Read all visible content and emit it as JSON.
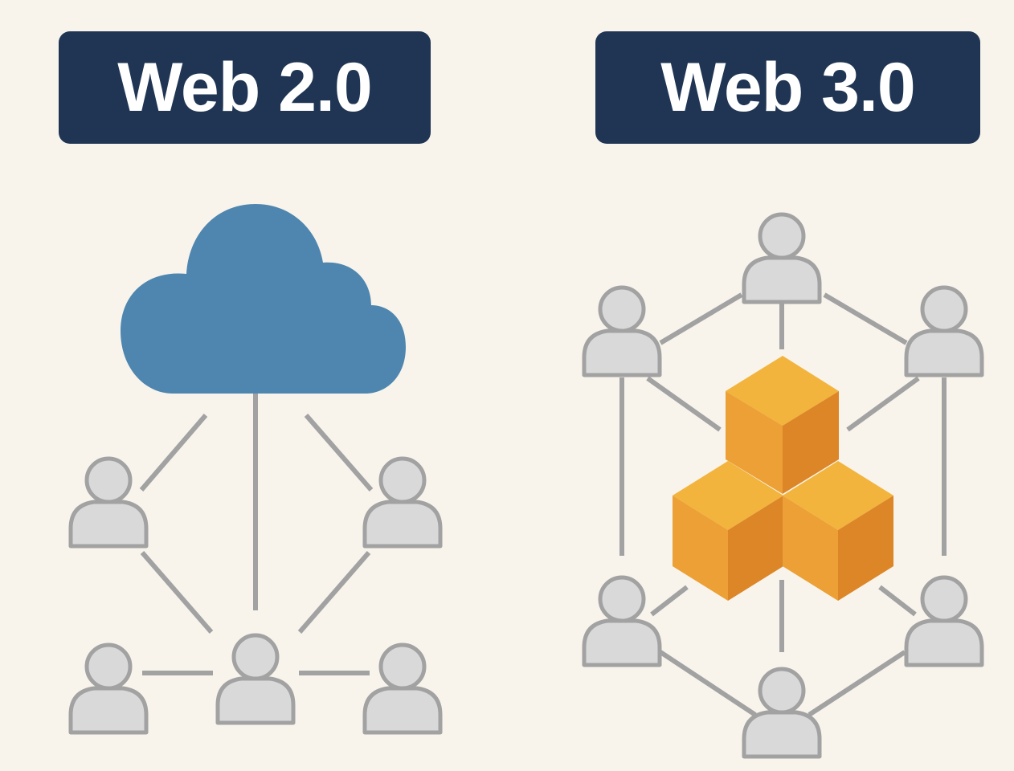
{
  "left_panel": {
    "title": "Web 2.0",
    "center_icon": "cloud-icon",
    "user_icon": "user-icon",
    "user_count": 5
  },
  "right_panel": {
    "title": "Web 3.0",
    "center_icon": "blockchain-blocks-icon",
    "user_icon": "user-icon",
    "user_count": 6
  },
  "colors": {
    "background": "#f8f4ec",
    "title_background": "#1f3553",
    "title_text": "#ffffff",
    "cloud": "#4e86b0",
    "block_top": "#f2b43c",
    "block_left": "#eca035",
    "block_right": "#dc8628",
    "user_fill": "#d9d9d9",
    "user_stroke": "#a2a2a2",
    "connector": "#a2a2a2"
  }
}
